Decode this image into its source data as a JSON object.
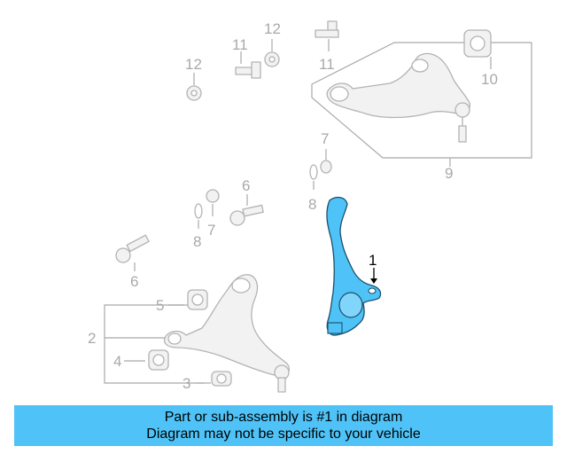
{
  "diagram": {
    "callouts": {
      "c1": "1",
      "c2": "2",
      "c3": "3",
      "c4": "4",
      "c5": "5",
      "c6a": "6",
      "c6b": "6",
      "c7a": "7",
      "c7b": "7",
      "c8a": "8",
      "c8b": "8",
      "c9": "9",
      "c10": "10",
      "c11a": "11",
      "c11b": "11",
      "c12a": "12",
      "c12b": "12"
    },
    "highlight_color": "#4fc3f7"
  },
  "banner": {
    "line1": "Part or sub-assembly is #1 in diagram",
    "line2": "Diagram may not be specific to your vehicle",
    "color": "#4fc3f7"
  }
}
